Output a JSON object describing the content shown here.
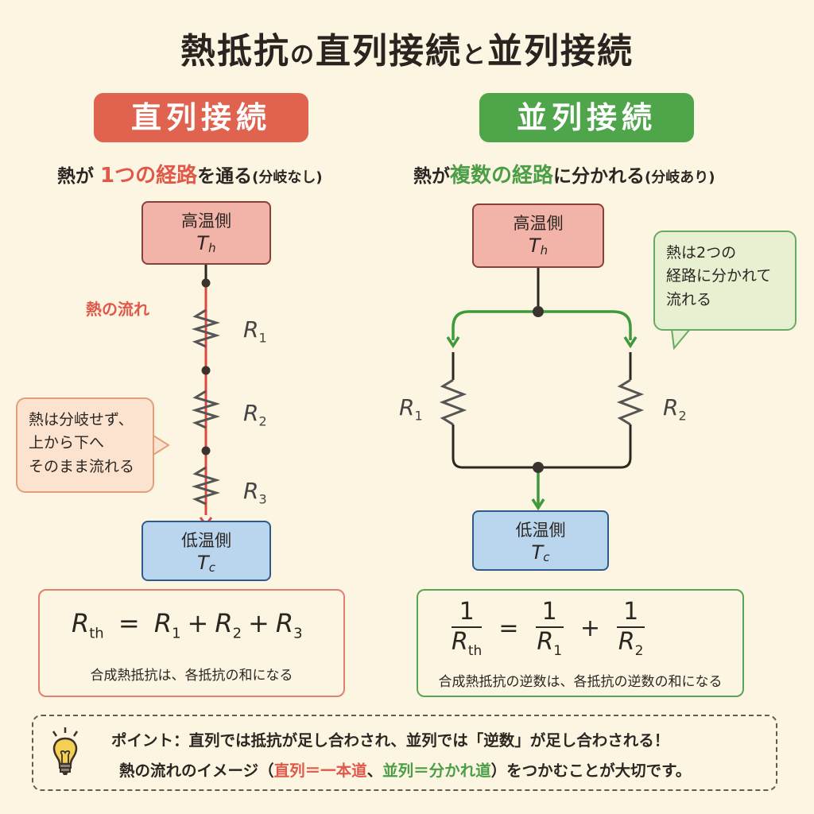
{
  "title": {
    "part1": "熱抵抗",
    "connector": "の",
    "part2": "直列接続",
    "and": "と",
    "part3": "並列接続"
  },
  "colors": {
    "series_accent": "#e0634f",
    "parallel_accent": "#4ea54a",
    "hot_node": "#f2b3a8",
    "cold_node": "#b9d6ee",
    "background": "#fcf5e2"
  },
  "series": {
    "header": "直列接続",
    "subtitle": {
      "pre": "熱が",
      "highlight": "1つの経路",
      "post": "を通る",
      "paren": "(分岐なし)"
    },
    "hot_node": {
      "label": "高温側",
      "symbol": "T",
      "subscript": "h"
    },
    "cold_node": {
      "label": "低温側",
      "symbol": "T",
      "subscript": "c"
    },
    "flow_label": "熱の流れ",
    "resistors": [
      {
        "symbol": "R",
        "subscript": "1"
      },
      {
        "symbol": "R",
        "subscript": "2"
      },
      {
        "symbol": "R",
        "subscript": "3"
      }
    ],
    "bubble": [
      "熱は分岐せず、",
      "上から下へ",
      "そのまま流れる"
    ],
    "formula": {
      "lhs": "R",
      "lhs_sub": "th",
      "eq": "=",
      "terms": [
        {
          "s": "R",
          "sub": "1"
        },
        {
          "s": "R",
          "sub": "2"
        },
        {
          "s": "R",
          "sub": "3"
        }
      ],
      "plus": "+"
    },
    "caption": "合成熱抵抗は、各抵抗の和になる"
  },
  "parallel": {
    "header": "並列接続",
    "subtitle": {
      "pre": "熱が",
      "highlight": "複数の経路",
      "post": "に分かれる",
      "paren": "(分岐あり)"
    },
    "hot_node": {
      "label": "高温側",
      "symbol": "T",
      "subscript": "h"
    },
    "cold_node": {
      "label": "低温側",
      "symbol": "T",
      "subscript": "c"
    },
    "resistors": [
      {
        "symbol": "R",
        "subscript": "1"
      },
      {
        "symbol": "R",
        "subscript": "2"
      }
    ],
    "bubble": [
      "熱は2つの",
      "経路に分かれて",
      "流れる"
    ],
    "formula": {
      "one": "1",
      "lhs": "R",
      "lhs_sub": "th",
      "eq": "=",
      "plus": "+",
      "terms": [
        {
          "s": "R",
          "sub": "1"
        },
        {
          "s": "R",
          "sub": "2"
        }
      ]
    },
    "caption": "合成熱抵抗の逆数は、各抵抗の逆数の和になる"
  },
  "point": {
    "icon": "lightbulb-icon",
    "line1": "ポイント：直列では抵抗が足し合わされ、並列では「逆数」が足し合わされる！",
    "line2_pre": "熱の流れのイメージ（",
    "line2_series": "直列＝一本道",
    "line2_sep": "、",
    "line2_parallel": "並列＝分かれ道",
    "line2_post": "）をつかむことが大切です。"
  }
}
